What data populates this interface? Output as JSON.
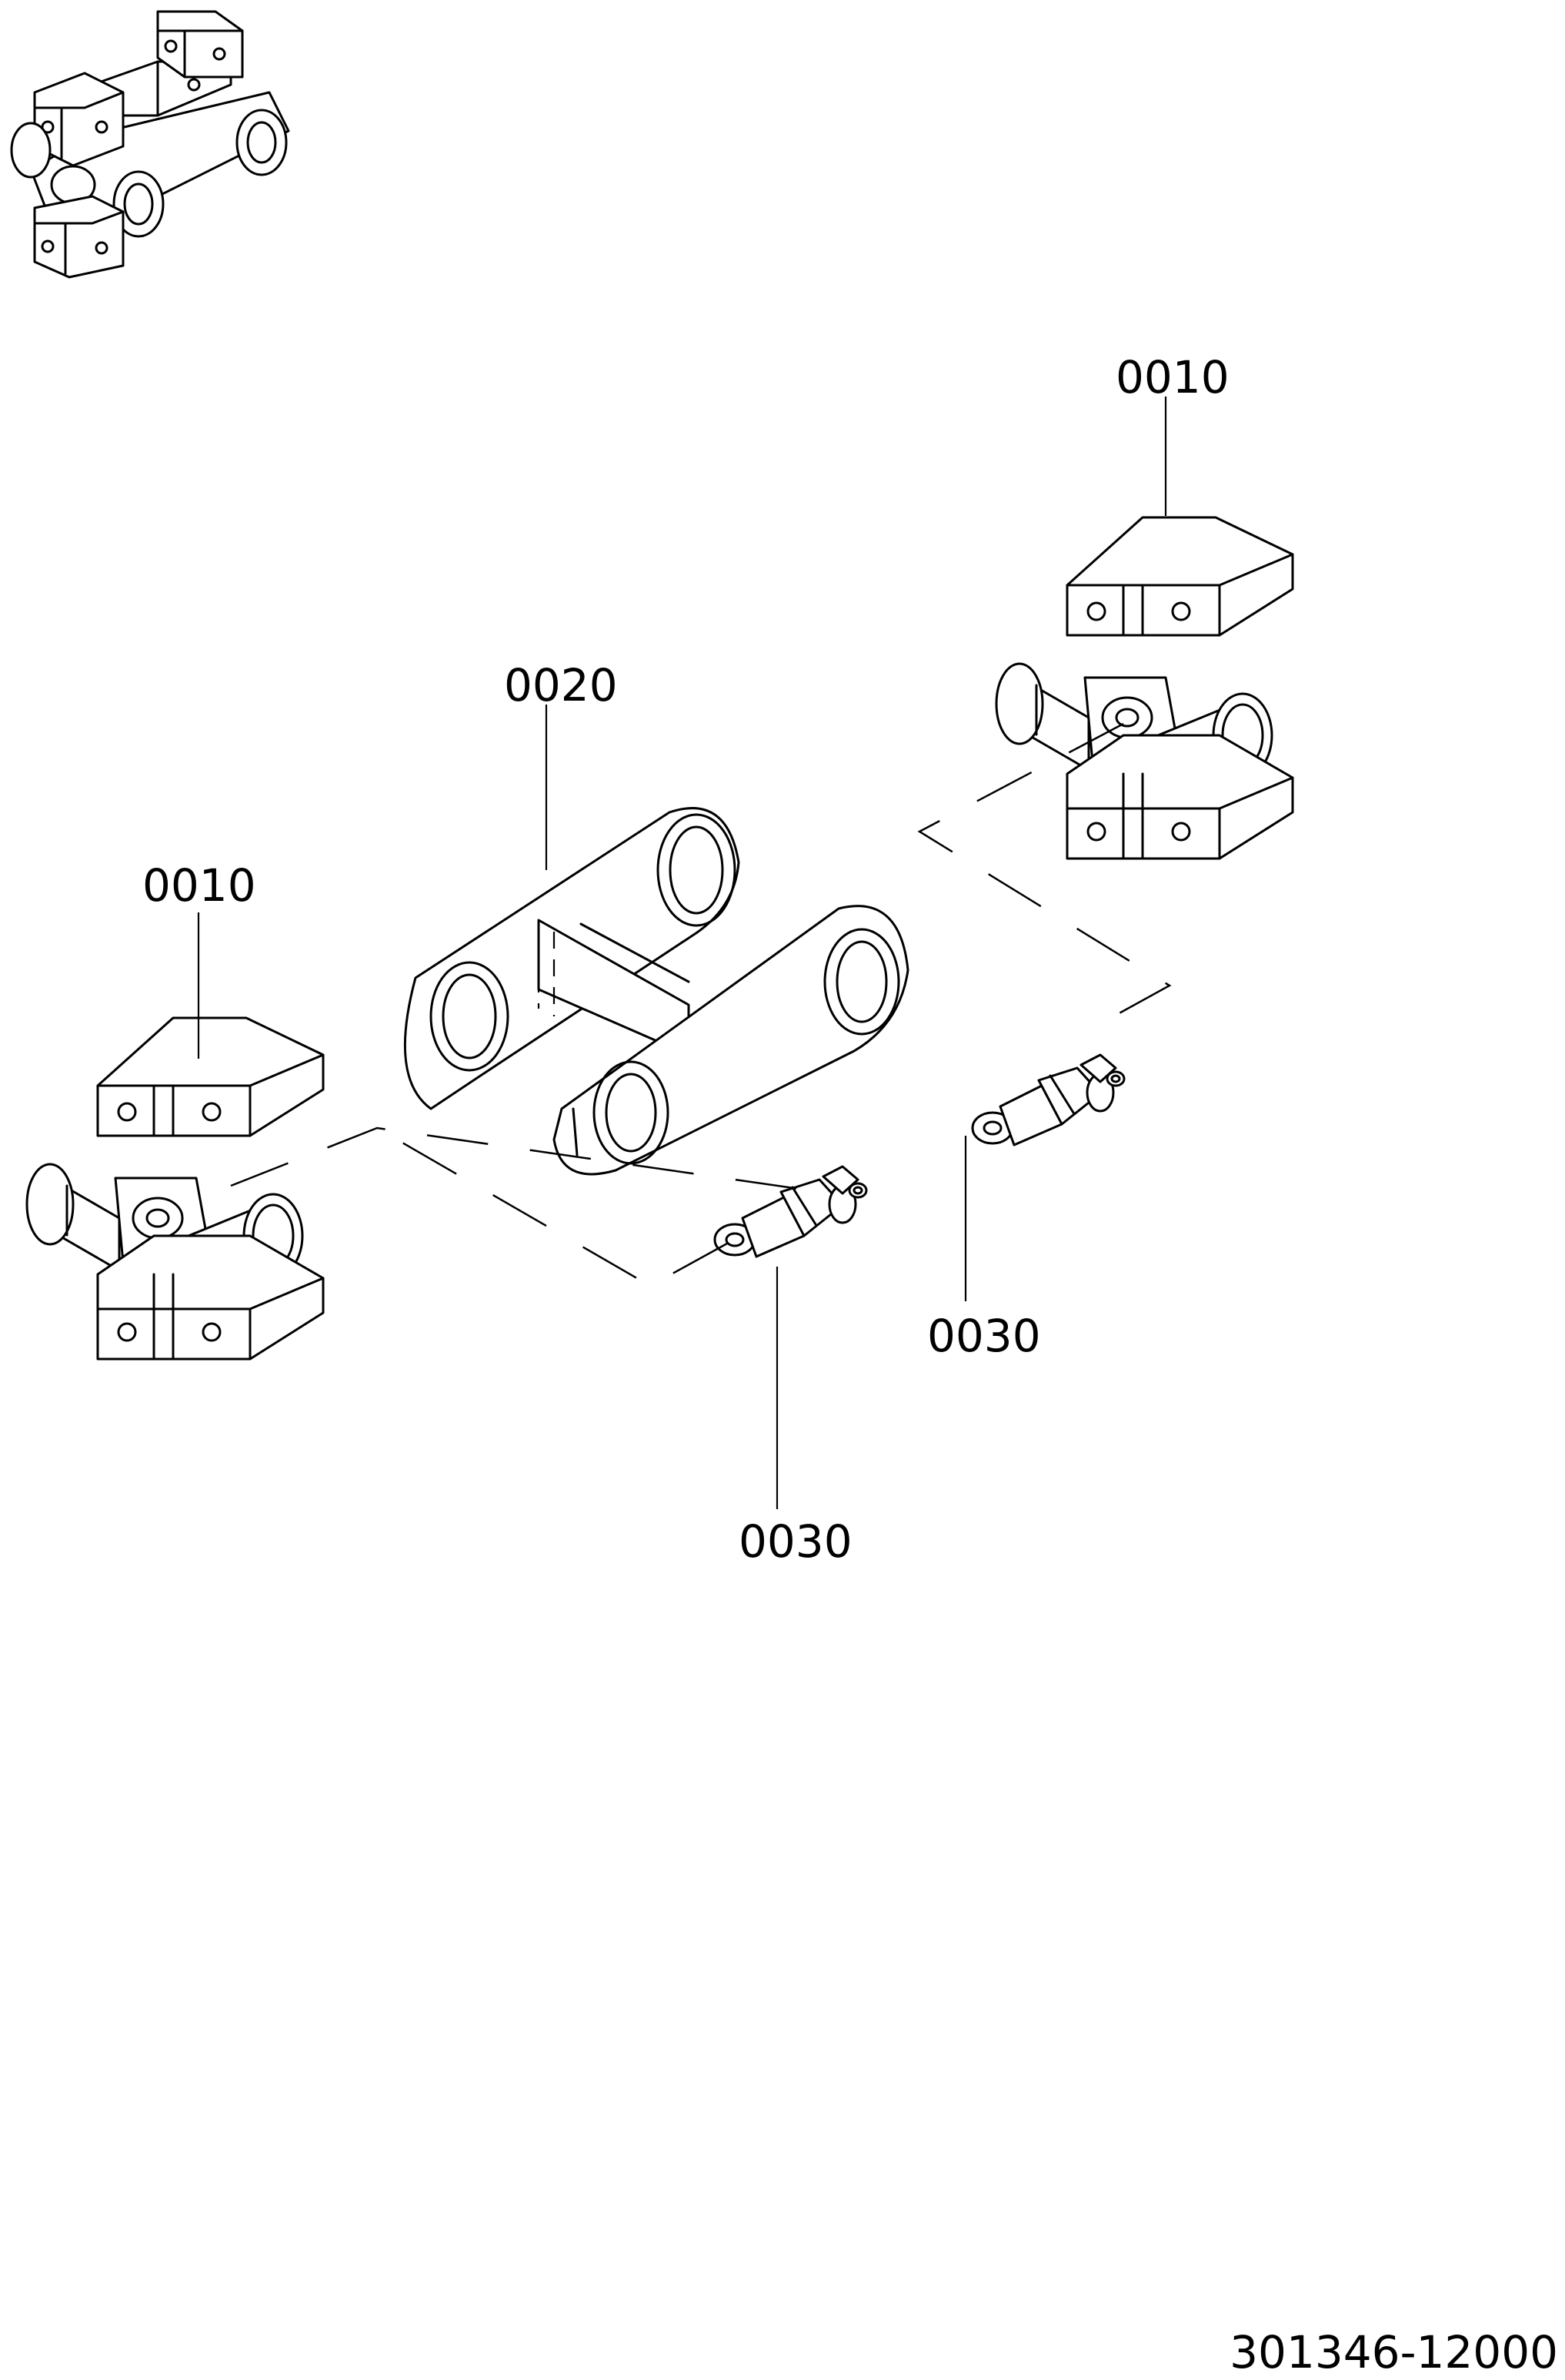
{
  "diagram": {
    "drawing_number": "301346-12000",
    "callouts": [
      {
        "id": "callout-0010-right",
        "part": "0010"
      },
      {
        "id": "callout-0020",
        "part": "0020"
      },
      {
        "id": "callout-0010-left",
        "part": "0010"
      },
      {
        "id": "callout-0030-right",
        "part": "0030"
      },
      {
        "id": "callout-0030-left",
        "part": "0030"
      }
    ]
  }
}
